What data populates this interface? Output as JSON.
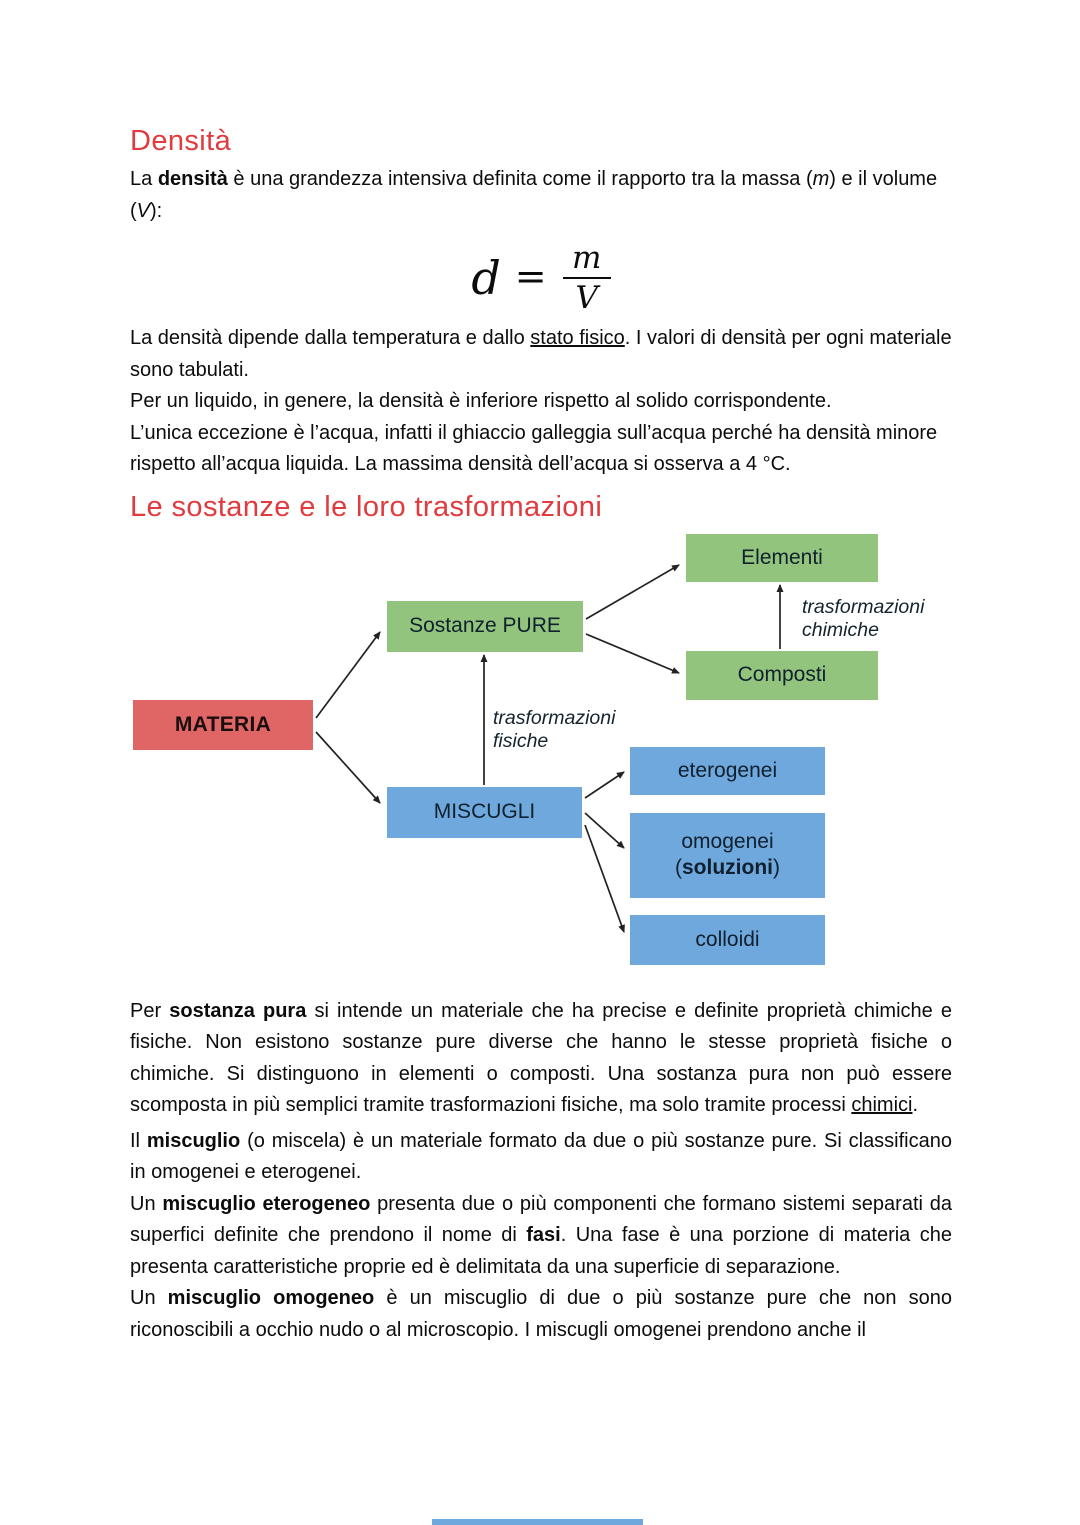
{
  "colors": {
    "heading_red": "#e03b3e",
    "box_red": "#e06666",
    "box_green": "#93c47d",
    "box_blue": "#6fa8dc"
  },
  "density_section": {
    "heading": "Densità",
    "intro_runs": [
      {
        "t": "La "
      },
      {
        "t": "densità",
        "b": true
      },
      {
        "t": " è una grandezza intensiva definita come il rapporto tra la massa ("
      },
      {
        "t": "m",
        "i": true
      },
      {
        "t": ") e il volume ("
      },
      {
        "t": "V",
        "i": true
      },
      {
        "t": "):"
      }
    ],
    "formula": {
      "lhs": "d",
      "eq": "=",
      "num": "m",
      "den": "V"
    },
    "body_runs": [
      {
        "t": "La densità dipende dalla temperatura e dallo "
      },
      {
        "t": "stato fisico",
        "u": true
      },
      {
        "t": ". I valori di densità per ogni materiale sono tabulati.\nPer un liquido, in genere, la densità è inferiore rispetto al solido corrispondente.\nL’unica eccezione è l’acqua, infatti il ghiaccio galleggia sull’acqua perché ha densità minore rispetto all’acqua liquida. La massima densità dell’acqua si osserva a 4 °C."
      }
    ]
  },
  "substances_section": {
    "heading": "Le sostanze e le loro trasformazioni",
    "diagram": {
      "nodes": {
        "materia": {
          "label": "MATERIA"
        },
        "sostanze_pure": {
          "label": "Sostanze PURE"
        },
        "elementi": {
          "label": "Elementi"
        },
        "composti": {
          "label": "Composti"
        },
        "miscugli": {
          "label": "MISCUGLI"
        },
        "eterogenei": {
          "label": "eterogenei"
        },
        "omogenei": {
          "line1": "omogenei",
          "line2_runs": [
            {
              "t": "("
            },
            {
              "t": "soluzioni",
              "b": true
            },
            {
              "t": ")"
            }
          ]
        },
        "colloidi": {
          "label": "colloidi"
        }
      },
      "edge_labels": {
        "chimiche_line1": "trasformazioni",
        "chimiche_line2": "chimiche",
        "fisiche_line1": "trasformazioni",
        "fisiche_line2": "fisiche"
      }
    },
    "pure_paragraph_runs": [
      {
        "t": "Per "
      },
      {
        "t": "sostanza pura",
        "b": true
      },
      {
        "t": " si intende un materiale che ha precise e definite proprietà chimiche e fisiche. Non esistono sostanze pure diverse che hanno le stesse proprietà fisiche o chimiche. Si distinguono in elementi o composti. Una sostanza pura non può essere scomposta in più semplici tramite trasformazioni fisiche, ma solo tramite processi "
      },
      {
        "t": "chimici",
        "u": true
      },
      {
        "t": "."
      }
    ],
    "mixture_paragraph_runs": [
      {
        "t": "Il "
      },
      {
        "t": "miscuglio",
        "b": true
      },
      {
        "t": " (o miscela) è un materiale formato da due o più sostanze pure. Si classificano in omogenei e eterogenei.\nUn "
      },
      {
        "t": "miscuglio eterogeneo",
        "b": true
      },
      {
        "t": " presenta due o più componenti che formano sistemi separati da superfici definite che prendono il nome di "
      },
      {
        "t": "fasi",
        "b": true
      },
      {
        "t": ". Una fase è una porzione di materia che presenta caratteristiche proprie ed è delimitata da una superficie di separazione.\nUn "
      },
      {
        "t": "miscuglio omogeneo",
        "b": true
      },
      {
        "t": " è un miscuglio di due o più sostanze pure che non sono riconoscibili a occhio nudo o al microscopio. I miscugli omogenei prendono anche il"
      }
    ]
  }
}
